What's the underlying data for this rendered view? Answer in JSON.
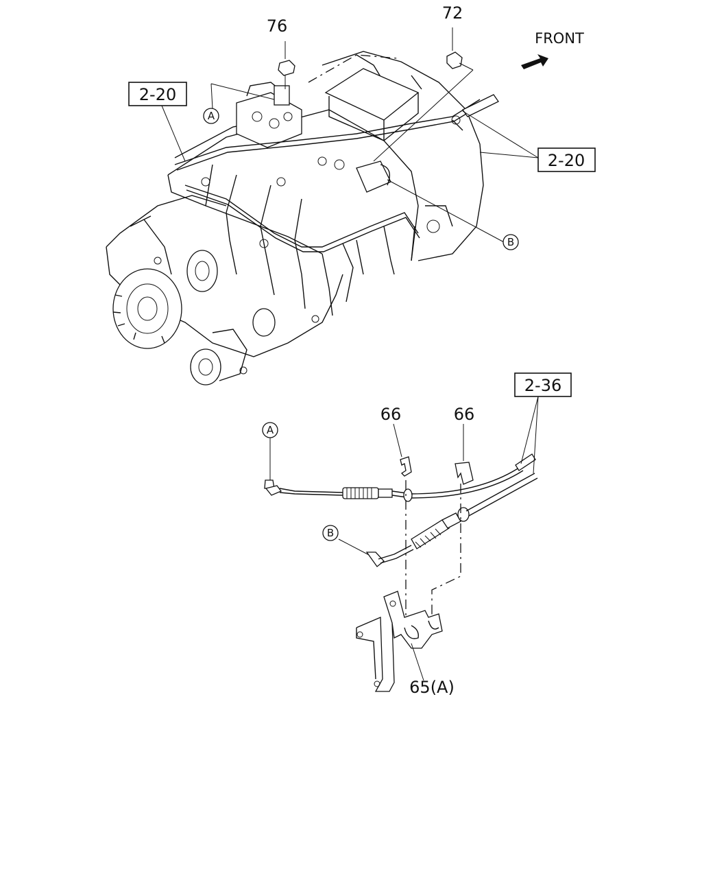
{
  "labels": {
    "part_76": "76",
    "part_72": "72",
    "front": "FRONT",
    "ref_2_20_left": "2-20",
    "ref_2_20_right": "2-20",
    "ref_2_36": "2-36",
    "part_66_left": "66",
    "part_66_right": "66",
    "part_65": "65(A)",
    "marker_a_top": "A",
    "marker_b_top": "B",
    "marker_a_cable": "A",
    "marker_b_cable": "B"
  }
}
